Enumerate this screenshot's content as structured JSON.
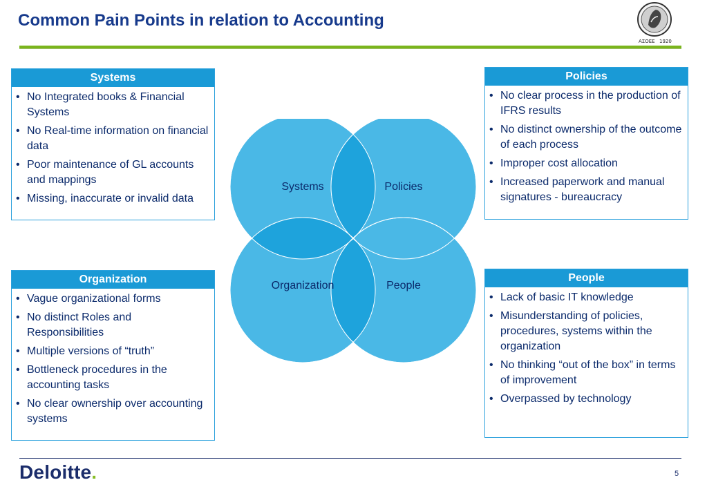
{
  "slide": {
    "title": "Common Pain Points in relation to Accounting",
    "page_number": "5"
  },
  "logo": {
    "left_text": "ΑΣΟΕΕ",
    "right_text": "1920"
  },
  "boxes": {
    "systems": {
      "title": "Systems",
      "items": [
        "No Integrated books & Financial Systems",
        "No Real-time information on financial data",
        "Poor maintenance of GL accounts and mappings",
        "Missing, inaccurate or invalid data"
      ]
    },
    "policies": {
      "title": "Policies",
      "items": [
        "No clear process in the production of IFRS results",
        "No distinct ownership of the outcome of each process",
        "Improper cost allocation",
        "Increased paperwork and manual signatures - bureaucracy"
      ]
    },
    "organization": {
      "title": "Organization",
      "items": [
        "Vague organizational forms",
        "No distinct Roles and Responsibilities",
        "Multiple versions of “truth”",
        "Bottleneck procedures in the accounting tasks",
        "No clear ownership over accounting systems"
      ]
    },
    "people": {
      "title": "People",
      "items": [
        "Lack of basic IT knowledge",
        "Misunderstanding of policies, procedures, systems within the organization",
        "No thinking “out of the box” in terms of improvement",
        "Overpassed by technology"
      ]
    }
  },
  "venn": {
    "labels": {
      "systems": "Systems",
      "policies": "Policies",
      "organization": "Organization",
      "people": "People"
    },
    "colors": {
      "fill": "#4ab8e6",
      "overlap": "#1ea3dc",
      "stroke": "#ffffff"
    }
  },
  "footer": {
    "brand": "Deloitte",
    "brand_dot": "."
  }
}
